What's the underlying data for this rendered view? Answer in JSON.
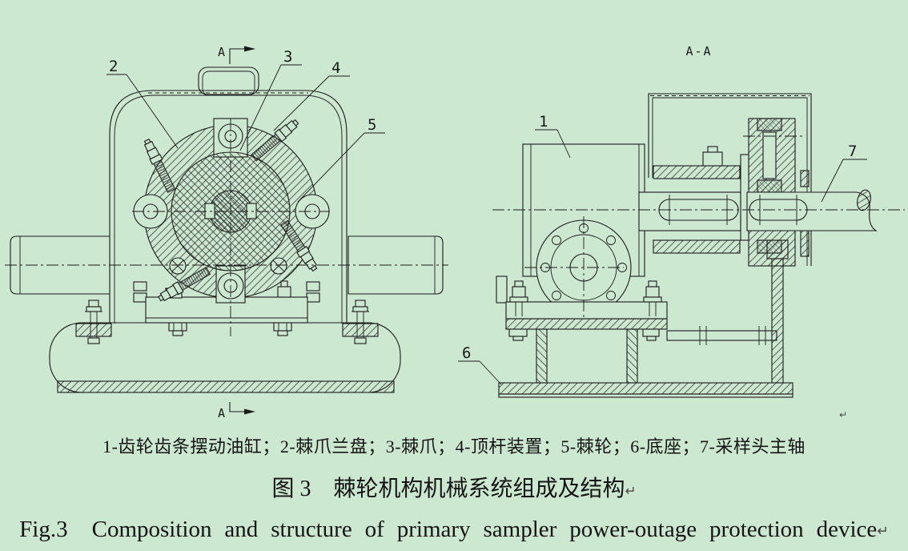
{
  "colors": {
    "background": "#cde8d0",
    "line": "#1a1a1a"
  },
  "captions": {
    "legend": "1-齿轮齿条摆动油缸；2-棘爪兰盘；3-棘爪；4-顶杆装置；5-棘轮；6-底座；7-采样头主轴",
    "figure_zh_prefix": "图 3",
    "figure_zh_title": "棘轮机构机械系统组成及结构",
    "figure_en_prefix": "Fig.3",
    "figure_en_title": "Composition and structure of primary sampler power-outage protection device",
    "return_mark": "↵"
  },
  "drawing": {
    "section_view_label": "A-A",
    "section_cut_label": "A",
    "callouts": {
      "c1": "1",
      "c2": "2",
      "c3": "3",
      "c4": "4",
      "c5": "5",
      "c6": "6",
      "c7": "7"
    }
  }
}
